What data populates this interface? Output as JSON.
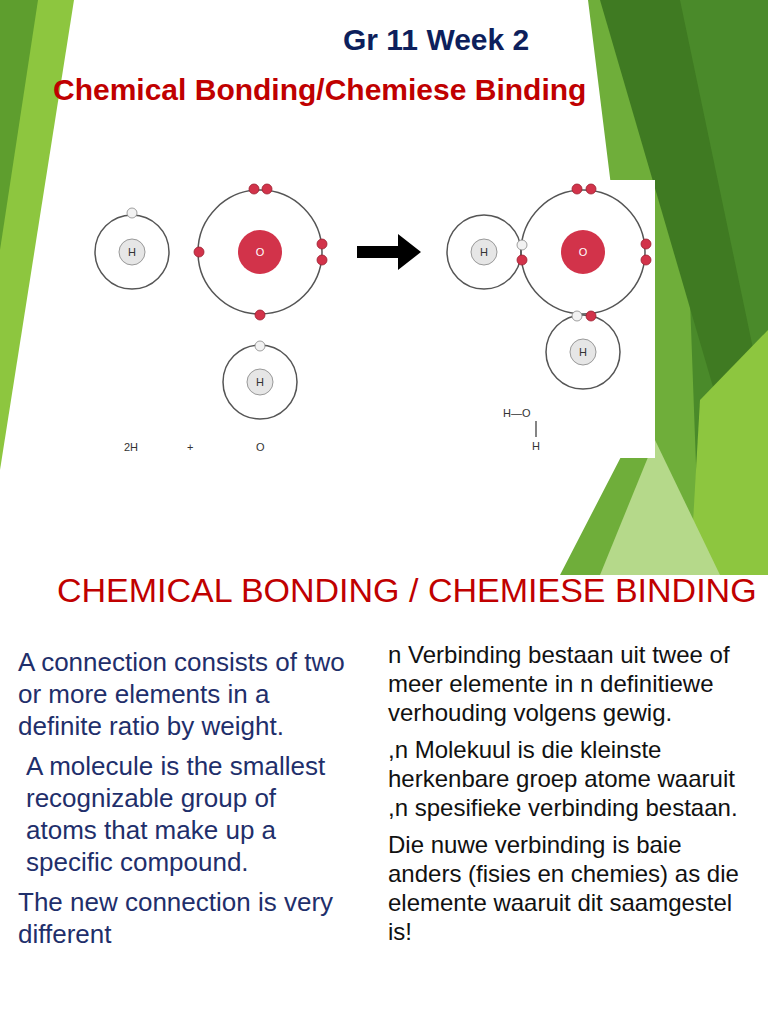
{
  "diagram": {
    "title": "Chemical Bonding/Chemiese Binding",
    "nodes": [
      {
        "text": [
          "H"
        ]
      },
      {
        "text": [
          "O"
        ]
      },
      {
        "text": [
          "H"
        ]
      },
      {
        "text": [
          "H"
        ]
      },
      {
        "text": [
          "O"
        ]
      },
      {
        "text": [
          "H"
        ]
      }
    ],
    "labels": [
      "Gr 11 Week 2",
      "2H",
      "+",
      "O",
      "H—O",
      "H",
      "CHEMICAL BONDING / CHEMIESE BINDING",
      "A connection consists of two or more elements in a definite ratio by weight.",
      "A molecule is the smallest recognizable group of atoms that make up a specific compound.",
      "The new connection is very different",
      "n Verbinding bestaan uit twee of meer elemente in n definitiewe verhouding volgens gewig.",
      ",n Molekuul is die kleinste herkenbare groep atome waaruit ,n spesifieke verbinding bestaan.",
      "Die nuwe verbinding is baie anders (fisies en chemies) as die elemente waaruit dit saamgestel is!"
    ]
  }
}
